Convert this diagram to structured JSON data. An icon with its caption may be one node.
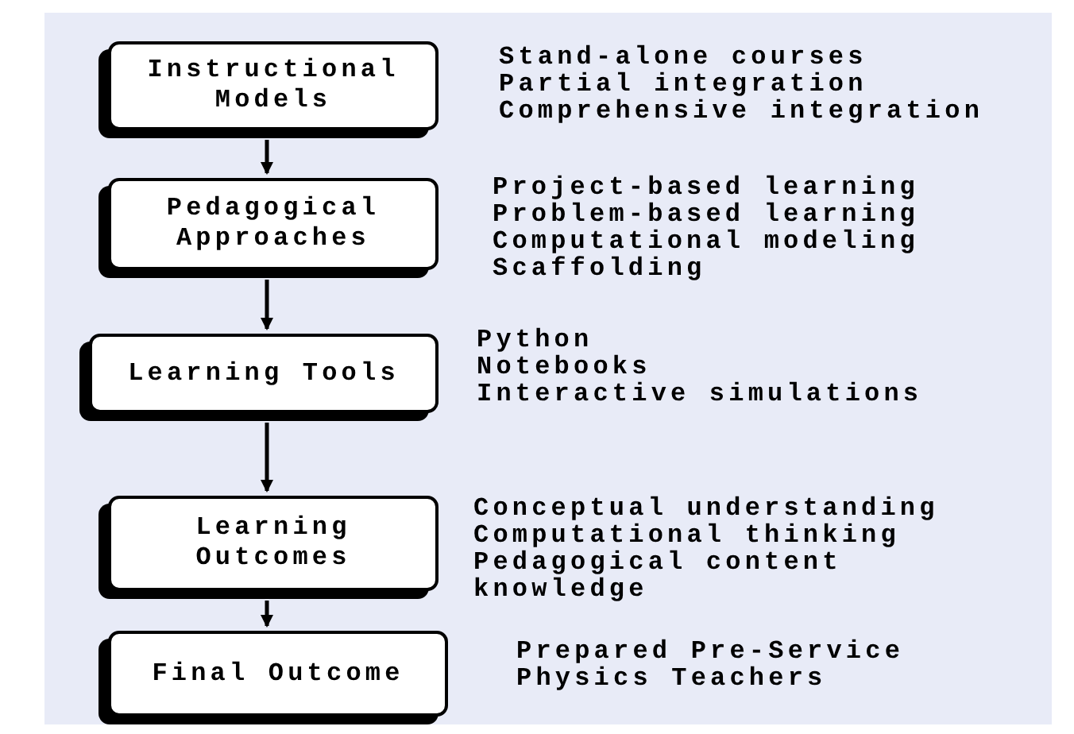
{
  "diagram": {
    "nodes": [
      {
        "text": [
          "Instructional Models"
        ],
        "beside": [
          "Stand-alone courses",
          "Partial integration",
          "Comprehensive integration"
        ]
      },
      {
        "text": [
          "Pedagogical Approaches"
        ],
        "beside": [
          "Project-based learning",
          "Problem-based learning",
          "Computational modeling",
          "Scaffolding"
        ]
      },
      {
        "text": [
          "Learning Tools"
        ],
        "beside": [
          "Python",
          "Notebooks",
          "Interactive simulations"
        ]
      },
      {
        "text": [
          "Learning Outcomes"
        ],
        "beside": [
          "Conceptual understanding",
          "Computational thinking",
          "Pedagogical content knowledge"
        ]
      },
      {
        "text": [
          "Final Outcome"
        ],
        "beside": [
          "Prepared Pre-Service Physics Teachers"
        ]
      }
    ],
    "edges": [
      {
        "from": 0,
        "to": 1,
        "arrow": "to"
      },
      {
        "from": 1,
        "to": 2,
        "arrow": "to"
      },
      {
        "from": 2,
        "to": 3,
        "arrow": "to"
      },
      {
        "from": 3,
        "to": 4,
        "arrow": "to"
      }
    ]
  }
}
